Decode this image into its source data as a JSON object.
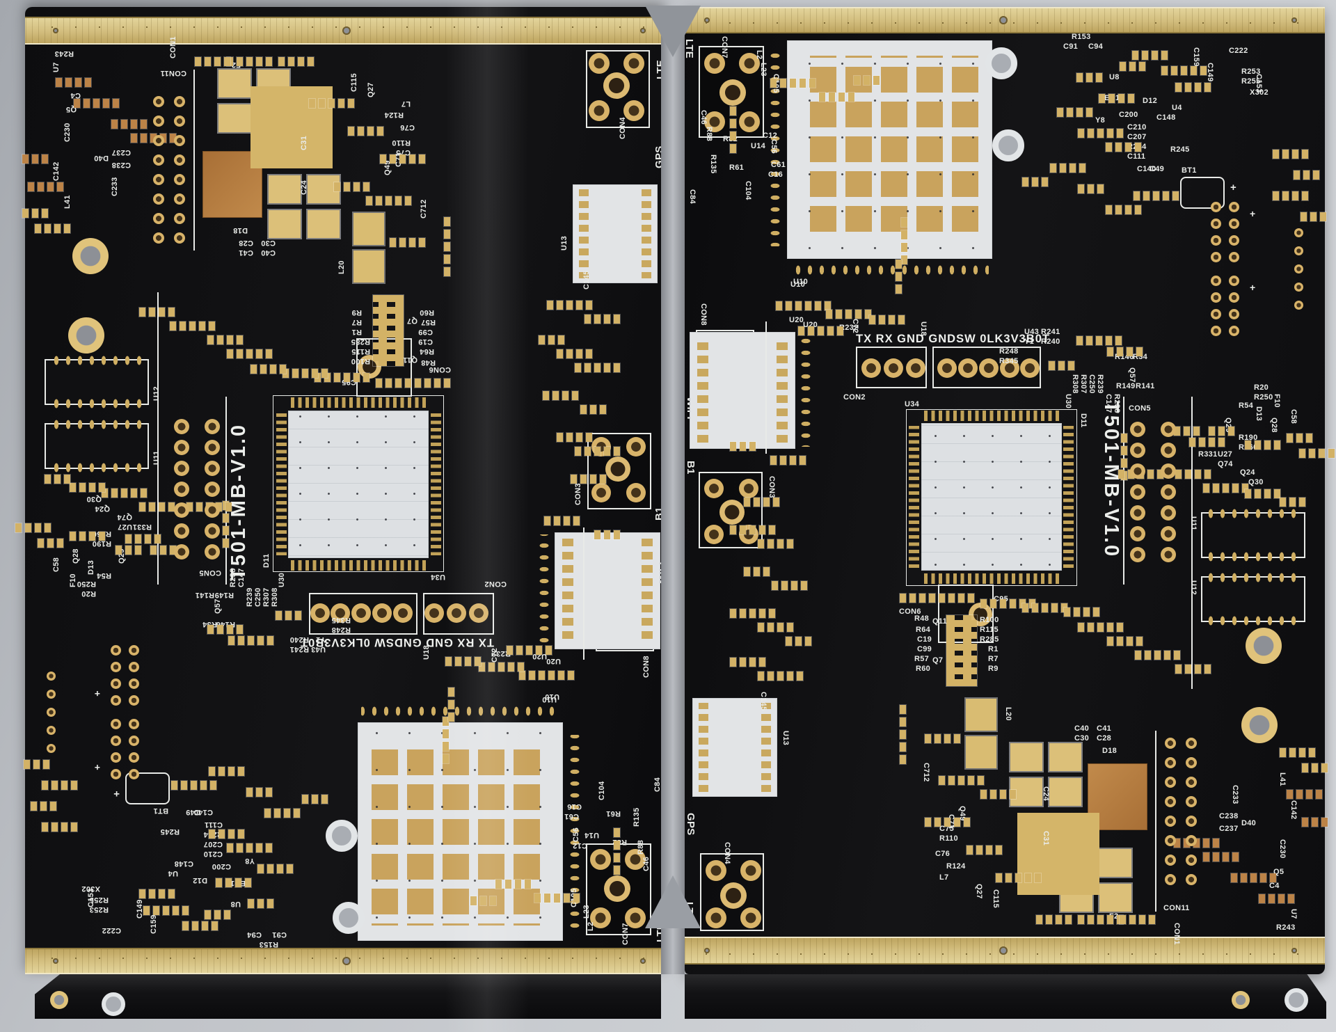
{
  "scene": {
    "description": "Photo of a two-up PCB panel, black solder mask with gold (ENIG) pads, board name T501-MB-V1.0, two identical boards rotated 180 degrees to each other, gold panel rails top and bottom on light gray background",
    "background": "#bfc2c7",
    "pcb_color": "#101012",
    "gold": "#d3b266",
    "silkscreen": "#e9ebe8",
    "module_white": "#e2e4e6",
    "copper": "#b5793f"
  },
  "board": {
    "title": "T501-MB-V1.0",
    "edge": {
      "lte_top": "LTE",
      "wifi": "WIFI",
      "b1": "B1",
      "gps": "GPS",
      "lte_bottom": "LTE"
    },
    "header": {
      "r232": "R232",
      "pins": "TX RX GND GNDSW 0LK3V3B0T",
      "con2": "CON2",
      "u18": "U18"
    },
    "connectors": {
      "con1": "CON1",
      "con3": "CON3",
      "con4": "CON4",
      "con5": "CON5",
      "con6": "CON6",
      "con7": "CON7",
      "con8": "CON8",
      "con11": "CON11"
    },
    "ics": {
      "u34": "U34",
      "d11": "D11",
      "u13": "U13",
      "u20": "U20",
      "u10": "U10",
      "u11": "U11",
      "u12": "U12",
      "bt1": "BT1",
      "plus": "+",
      "l20": "L20"
    },
    "refs": [
      [
        "L23",
        118,
        80,
        90
      ],
      [
        "C105",
        136,
        96,
        90
      ],
      [
        "C46",
        32,
        148,
        90
      ],
      [
        "R88",
        40,
        172,
        90
      ],
      [
        "R82",
        55,
        185
      ],
      [
        "U14",
        95,
        195
      ],
      [
        "C12",
        112,
        180
      ],
      [
        "C56",
        133,
        190,
        90
      ],
      [
        "C61",
        124,
        222
      ],
      [
        "C16",
        120,
        236
      ],
      [
        "R135",
        46,
        212,
        90
      ],
      [
        "R61",
        64,
        226
      ],
      [
        "C84",
        16,
        262,
        90
      ],
      [
        "U10",
        156,
        390
      ],
      [
        "U43",
        488,
        462
      ],
      [
        "R241",
        512,
        462
      ],
      [
        "Y1",
        488,
        476
      ],
      [
        "R240",
        512,
        476
      ],
      [
        "R248",
        452,
        490
      ],
      [
        "R345",
        452,
        504
      ],
      [
        "U30",
        556,
        556,
        90
      ],
      [
        "R308",
        566,
        528,
        90
      ],
      [
        "R307",
        578,
        528,
        90
      ],
      [
        "C250",
        590,
        528,
        90
      ],
      [
        "R239",
        602,
        528,
        90
      ],
      [
        "C147",
        614,
        556,
        90
      ],
      [
        "R238",
        626,
        556,
        90
      ],
      [
        "R146",
        618,
        498
      ],
      [
        "R34",
        644,
        498
      ],
      [
        "Q57",
        648,
        518,
        90
      ],
      [
        "R149",
        620,
        540
      ],
      [
        "R141",
        648,
        540
      ],
      [
        "R20",
        818,
        542
      ],
      [
        "R250",
        818,
        556
      ],
      [
        "R54",
        796,
        568
      ],
      [
        "Q29",
        786,
        590,
        90
      ],
      [
        "Q28",
        852,
        590,
        90
      ],
      [
        "D13",
        830,
        574,
        90
      ],
      [
        "F10",
        856,
        556,
        90
      ],
      [
        "C58",
        880,
        578,
        90
      ],
      [
        "R190",
        796,
        614
      ],
      [
        "R260",
        796,
        628
      ],
      [
        "R331",
        738,
        638
      ],
      [
        "U27",
        766,
        638
      ],
      [
        "Q74",
        766,
        652
      ],
      [
        "Q24",
        798,
        664
      ],
      [
        "Q30",
        810,
        678
      ],
      [
        "U20",
        150,
        445
      ],
      [
        "R100",
        424,
        876
      ],
      [
        "R115",
        424,
        890
      ],
      [
        "R285",
        424,
        904
      ],
      [
        "R1",
        436,
        918
      ],
      [
        "R7",
        436,
        932
      ],
      [
        "R9",
        436,
        946
      ],
      [
        "R48",
        330,
        874
      ],
      [
        "Q11",
        356,
        878
      ],
      [
        "R64",
        332,
        890
      ],
      [
        "C19",
        334,
        904
      ],
      [
        "C99",
        334,
        918
      ],
      [
        "R57",
        330,
        932
      ],
      [
        "Q7",
        356,
        934
      ],
      [
        "R60",
        332,
        946
      ],
      [
        "C712",
        352,
        1086,
        90
      ],
      [
        "C72",
        250,
        448,
        90
      ],
      [
        "C75",
        366,
        1176
      ],
      [
        "C71",
        388,
        1160,
        90
      ],
      [
        "R110",
        366,
        1190
      ],
      [
        "Q49",
        404,
        1148,
        90
      ],
      [
        "R124",
        376,
        1230
      ],
      [
        "C76",
        360,
        1212
      ],
      [
        "L7",
        366,
        1246
      ],
      [
        "Q27",
        428,
        1260,
        90
      ],
      [
        "C115",
        452,
        1268,
        90
      ],
      [
        "C31",
        524,
        1184,
        90
      ],
      [
        "C24",
        524,
        1120,
        90
      ],
      [
        "C30",
        560,
        1046
      ],
      [
        "C40",
        560,
        1032
      ],
      [
        "C41",
        592,
        1032
      ],
      [
        "C28",
        592,
        1046
      ],
      [
        "D18",
        600,
        1064
      ],
      [
        "F2",
        610,
        1302
      ],
      [
        "C145",
        118,
        984,
        90
      ],
      [
        "C159",
        740,
        58,
        90
      ],
      [
        "C149",
        760,
        80,
        90
      ],
      [
        "C222",
        782,
        58
      ],
      [
        "R253",
        800,
        88
      ],
      [
        "R255",
        800,
        102
      ],
      [
        "X302",
        812,
        118
      ],
      [
        "C153",
        830,
        96,
        90
      ],
      [
        "U4",
        700,
        140
      ],
      [
        "C210",
        636,
        168
      ],
      [
        "C207",
        636,
        182
      ],
      [
        "R234",
        636,
        196
      ],
      [
        "C111",
        636,
        210
      ],
      [
        "C200",
        624,
        150
      ],
      [
        "LED1",
        596,
        126
      ],
      [
        "D12",
        658,
        130
      ],
      [
        "C148",
        678,
        154
      ],
      [
        "C140",
        650,
        228
      ],
      [
        "C49",
        668,
        228
      ],
      [
        "Y8",
        590,
        158
      ],
      [
        "R245",
        698,
        200
      ],
      [
        "R153",
        556,
        38
      ],
      [
        "C94",
        580,
        52
      ],
      [
        "C91",
        544,
        52
      ],
      [
        "R243",
        850,
        1318
      ],
      [
        "C233",
        796,
        1118,
        90
      ],
      [
        "C238",
        768,
        1158
      ],
      [
        "C237",
        768,
        1176
      ],
      [
        "D40",
        800,
        1168
      ],
      [
        "Q5",
        846,
        1238
      ],
      [
        "C4",
        840,
        1258
      ],
      [
        "U7",
        880,
        1296,
        90
      ],
      [
        "L41",
        864,
        1100,
        90
      ],
      [
        "C142",
        880,
        1140,
        90
      ],
      [
        "C230",
        864,
        1196,
        90
      ],
      [
        "U8",
        610,
        96
      ],
      [
        "C95",
        444,
        846
      ],
      [
        "L2",
        112,
        62,
        90
      ],
      [
        "C104",
        96,
        250,
        90
      ]
    ],
    "pad_rows": [
      [
        120,
        100,
        5
      ],
      [
        62,
        140,
        4,
        "v"
      ],
      [
        190,
        120,
        4
      ],
      [
        240,
        96,
        3
      ],
      [
        128,
        420,
        6
      ],
      [
        200,
        432,
        5
      ],
      [
        262,
        440,
        4
      ],
      [
        160,
        456,
        5
      ],
      [
        308,
        300,
        4,
        "v"
      ],
      [
        300,
        360,
        3,
        "v"
      ],
      [
        560,
        470,
        5
      ],
      [
        604,
        486,
        4
      ],
      [
        520,
        506,
        3
      ],
      [
        624,
        610,
        4,
        "v"
      ],
      [
        700,
        600,
        3
      ],
      [
        722,
        616,
        4
      ],
      [
        750,
        600,
        3
      ],
      [
        802,
        620,
        4
      ],
      [
        862,
        610,
        3
      ],
      [
        880,
        632,
        4
      ],
      [
        620,
        662,
        5
      ],
      [
        702,
        662,
        4
      ],
      [
        742,
        682,
        5
      ],
      [
        802,
        690,
        4
      ],
      [
        852,
        702,
        3
      ],
      [
        306,
        840,
        8
      ],
      [
        422,
        848,
        6
      ],
      [
        482,
        854,
        5
      ],
      [
        542,
        860,
        4
      ],
      [
        562,
        882,
        5
      ],
      [
        604,
        902,
        4
      ],
      [
        644,
        922,
        5
      ],
      [
        702,
        942,
        4
      ],
      [
        306,
        1000,
        5,
        "v"
      ],
      [
        342,
        1042,
        4
      ],
      [
        362,
        1102,
        5
      ],
      [
        422,
        1122,
        4
      ],
      [
        342,
        1162,
        5
      ],
      [
        402,
        1202,
        4
      ],
      [
        444,
        1242,
        5
      ],
      [
        502,
        1302,
        4
      ],
      [
        562,
        1302,
        5
      ],
      [
        622,
        1302,
        4
      ],
      [
        700,
        1192,
        5,
        "c"
      ],
      [
        742,
        1212,
        4,
        "c"
      ],
      [
        782,
        1242,
        5,
        "c"
      ],
      [
        822,
        1272,
        4,
        "c"
      ],
      [
        862,
        1122,
        4,
        "c"
      ],
      [
        884,
        1162,
        3,
        "c"
      ],
      [
        852,
        1062,
        4
      ],
      [
        884,
        1084,
        3
      ],
      [
        640,
        60,
        4
      ],
      [
        682,
        82,
        5
      ],
      [
        702,
        106,
        4
      ],
      [
        560,
        92,
        3
      ],
      [
        592,
        122,
        4
      ],
      [
        622,
        76,
        3
      ],
      [
        532,
        142,
        4
      ],
      [
        562,
        172,
        5
      ],
      [
        602,
        192,
        4
      ],
      [
        642,
        262,
        5
      ],
      [
        602,
        282,
        4
      ],
      [
        562,
        252,
        3
      ],
      [
        522,
        222,
        4
      ],
      [
        482,
        242,
        3
      ],
      [
        842,
        202,
        4
      ],
      [
        872,
        232,
        3
      ],
      [
        842,
        262,
        4
      ],
      [
        882,
        292,
        3
      ],
      [
        120,
        642,
        4
      ],
      [
        62,
        622,
        3
      ],
      [
        82,
        702,
        4
      ],
      [
        62,
        742,
        5
      ],
      [
        102,
        762,
        4
      ],
      [
        82,
        802,
        3
      ],
      [
        122,
        822,
        4
      ],
      [
        62,
        862,
        5
      ],
      [
        102,
        882,
        4
      ],
      [
        142,
        902,
        3
      ],
      [
        62,
        932,
        4
      ],
      [
        102,
        952,
        5
      ]
    ],
    "hole_grids": [
      [
        640,
        596,
        2,
        7,
        44,
        30,
        22
      ],
      [
        690,
        1050,
        2,
        8,
        30,
        28,
        16
      ],
      [
        756,
        280,
        2,
        4,
        26,
        24,
        15
      ],
      [
        756,
        386,
        2,
        4,
        26,
        24,
        15
      ],
      [
        876,
        318,
        1,
        5,
        0,
        26,
        13
      ]
    ]
  }
}
